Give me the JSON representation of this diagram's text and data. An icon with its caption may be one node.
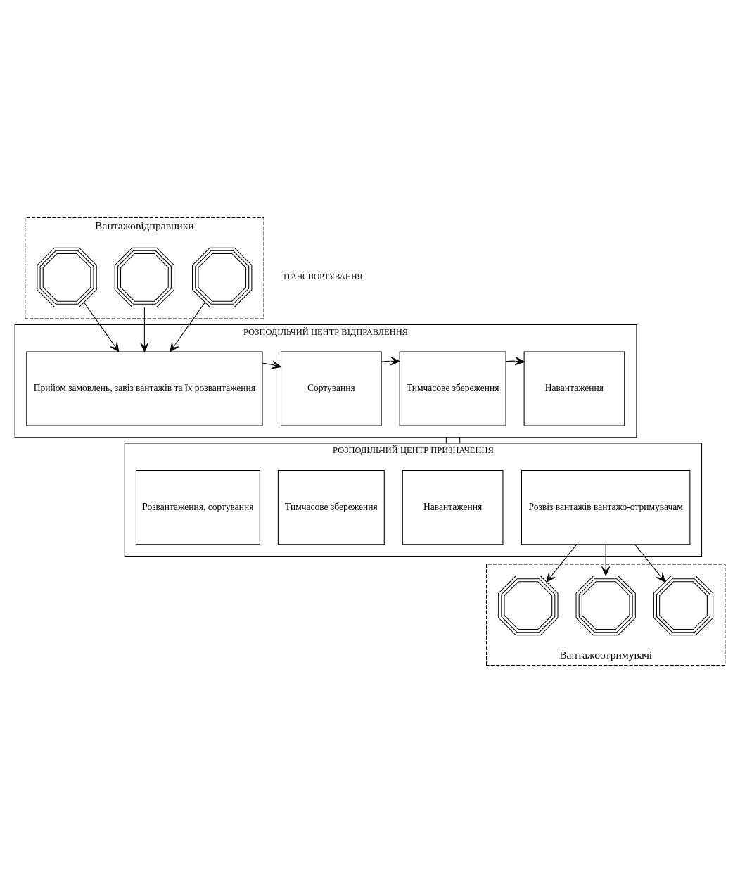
{
  "diagram": {
    "nodes": [
      {
        "text": [
          "Вантажовідправники"
        ]
      },
      {
        "text": [],
        "shape": "octagon",
        "in": 0
      },
      {
        "text": [],
        "shape": "octagon",
        "in": 0
      },
      {
        "text": [],
        "shape": "octagon",
        "in": 0
      },
      {
        "text": [
          "РОЗПОДІЛЬЧИЙ ЦЕНТР ВІДПРАВЛЕННЯ"
        ]
      },
      {
        "text": [
          "Прийом замовлень, завіз вантажів та їх розвантаження"
        ],
        "in": 4
      },
      {
        "text": [
          "Сортування"
        ],
        "in": 4
      },
      {
        "text": [
          "Тимчасове збереження"
        ],
        "in": 4
      },
      {
        "text": [
          "Навантаження"
        ],
        "in": 4
      },
      {
        "text": [
          "РОЗПОДІЛЬЧИЙ ЦЕНТР ПРИЗНАЧЕННЯ"
        ]
      },
      {
        "text": [
          "Розвантаження, сортування"
        ],
        "in": 9
      },
      {
        "text": [
          "Тимчасове збереження"
        ],
        "in": 9
      },
      {
        "text": [
          "Навантаження"
        ],
        "in": 9
      },
      {
        "text": [
          "Розвіз вантажів вантажо-отримувачам"
        ],
        "in": 9
      },
      {
        "text": [
          "Вантажоотримувачі"
        ]
      },
      {
        "text": [],
        "shape": "octagon",
        "in": 14
      },
      {
        "text": [],
        "shape": "octagon",
        "in": 14
      },
      {
        "text": [],
        "shape": "octagon",
        "in": 14
      }
    ],
    "edges": [
      {
        "from": 1,
        "to": 5,
        "arrow": "to"
      },
      {
        "from": 2,
        "to": 5,
        "arrow": "to"
      },
      {
        "from": 3,
        "to": 5,
        "arrow": "to"
      },
      {
        "from": 5,
        "to": 6,
        "arrow": "to"
      },
      {
        "from": 6,
        "to": 7,
        "arrow": "to"
      },
      {
        "from": 7,
        "to": 8,
        "arrow": "to"
      },
      {
        "from": 4,
        "to": 9,
        "arrow": "none"
      },
      {
        "from": 4,
        "to": 9,
        "arrow": "none"
      },
      {
        "from": 13,
        "to": 15,
        "arrow": "to"
      },
      {
        "from": 13,
        "to": 16,
        "arrow": "to"
      },
      {
        "from": 13,
        "to": 17,
        "arrow": "to"
      }
    ],
    "labels": [
      "ТРАНСПОРТУВАННЯ"
    ]
  }
}
